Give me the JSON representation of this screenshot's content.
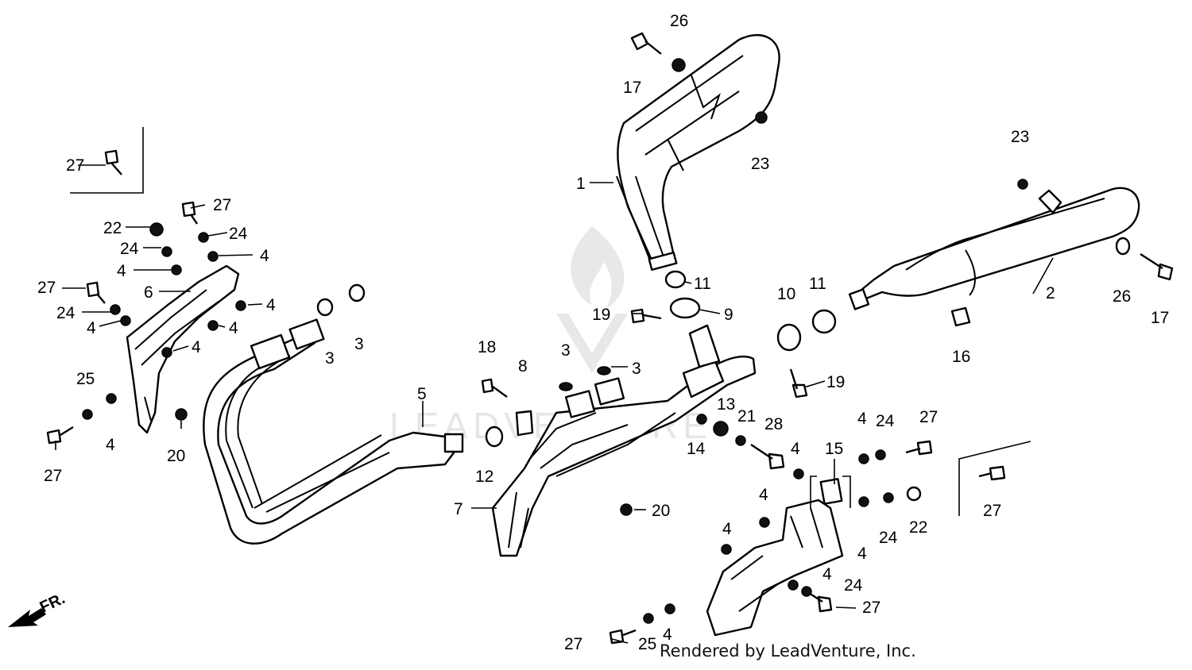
{
  "diagram": {
    "callouts": [
      {
        "id": "c1",
        "text": "1"
      },
      {
        "id": "c2",
        "text": "2"
      },
      {
        "id": "c3a",
        "text": "3"
      },
      {
        "id": "c3b",
        "text": "3"
      },
      {
        "id": "c3c",
        "text": "3"
      },
      {
        "id": "c3d",
        "text": "3"
      },
      {
        "id": "c4a",
        "text": "4"
      },
      {
        "id": "c4b",
        "text": "4"
      },
      {
        "id": "c4c",
        "text": "4"
      },
      {
        "id": "c4d",
        "text": "4"
      },
      {
        "id": "c4e",
        "text": "4"
      },
      {
        "id": "c4f",
        "text": "4"
      },
      {
        "id": "c4g",
        "text": "4"
      },
      {
        "id": "c4h",
        "text": "4"
      },
      {
        "id": "c4i",
        "text": "4"
      },
      {
        "id": "c4j",
        "text": "4"
      },
      {
        "id": "c4k",
        "text": "4"
      },
      {
        "id": "c4l",
        "text": "4"
      },
      {
        "id": "c4m",
        "text": "4"
      },
      {
        "id": "c4n",
        "text": "4"
      },
      {
        "id": "c5",
        "text": "5"
      },
      {
        "id": "c6",
        "text": "6"
      },
      {
        "id": "c7",
        "text": "7"
      },
      {
        "id": "c8",
        "text": "8"
      },
      {
        "id": "c9",
        "text": "9"
      },
      {
        "id": "c10",
        "text": "10"
      },
      {
        "id": "c11a",
        "text": "11"
      },
      {
        "id": "c11b",
        "text": "11"
      },
      {
        "id": "c12",
        "text": "12"
      },
      {
        "id": "c13",
        "text": "13"
      },
      {
        "id": "c14",
        "text": "14"
      },
      {
        "id": "c15",
        "text": "15"
      },
      {
        "id": "c16",
        "text": "16"
      },
      {
        "id": "c17a",
        "text": "17"
      },
      {
        "id": "c17b",
        "text": "17"
      },
      {
        "id": "c18",
        "text": "18"
      },
      {
        "id": "c19a",
        "text": "19"
      },
      {
        "id": "c19b",
        "text": "19"
      },
      {
        "id": "c20a",
        "text": "20"
      },
      {
        "id": "c20b",
        "text": "20"
      },
      {
        "id": "c21",
        "text": "21"
      },
      {
        "id": "c22a",
        "text": "22"
      },
      {
        "id": "c22b",
        "text": "22"
      },
      {
        "id": "c23a",
        "text": "23"
      },
      {
        "id": "c23b",
        "text": "23"
      },
      {
        "id": "c24a",
        "text": "24"
      },
      {
        "id": "c24b",
        "text": "24"
      },
      {
        "id": "c24c",
        "text": "24"
      },
      {
        "id": "c24d",
        "text": "24"
      },
      {
        "id": "c24e",
        "text": "24"
      },
      {
        "id": "c24f",
        "text": "24"
      },
      {
        "id": "c25a",
        "text": "25"
      },
      {
        "id": "c25b",
        "text": "25"
      },
      {
        "id": "c26a",
        "text": "26"
      },
      {
        "id": "c26b",
        "text": "26"
      },
      {
        "id": "c27a",
        "text": "27"
      },
      {
        "id": "c27b",
        "text": "27"
      },
      {
        "id": "c27c",
        "text": "27"
      },
      {
        "id": "c27d",
        "text": "27"
      },
      {
        "id": "c27e",
        "text": "27"
      },
      {
        "id": "c27f",
        "text": "27"
      },
      {
        "id": "c27g",
        "text": "27"
      },
      {
        "id": "c27h",
        "text": "27"
      },
      {
        "id": "c28",
        "text": "28"
      }
    ],
    "direction_arrow": {
      "text": "FR.",
      "icon": "front-direction-arrow-icon"
    },
    "watermark": {
      "text": "LEADVENTURE",
      "icon": "leadventure-flame-logo-icon"
    },
    "footer": "Rendered by LeadVenture, Inc."
  }
}
